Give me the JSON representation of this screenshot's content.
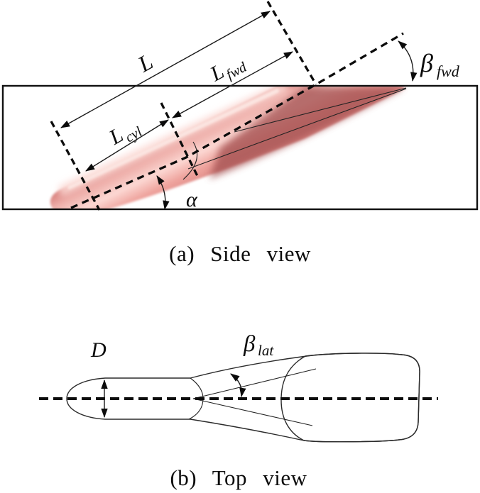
{
  "figure": {
    "side_view": {
      "caption": "(a) Side view",
      "labels": {
        "total_length": "L",
        "fwd_base": "L",
        "fwd_sub": "fwd",
        "cyl_base": "L",
        "cyl_sub": "cyl",
        "alpha": "α",
        "beta_base": "β",
        "beta_sub": "fwd"
      }
    },
    "top_view": {
      "caption": "(b) Top view",
      "labels": {
        "diameter": "D",
        "beta_base": "β",
        "beta_sub": "lat"
      }
    },
    "colors": {
      "body_edge": "#d8817e",
      "body_light": "#efb0ab",
      "body_highlight": "#fcd8d3",
      "body_mid": "#efa49e",
      "body_shadow": "#cb7e7b",
      "flare_dark": "#a65252",
      "paddle": "#c26e6e",
      "top_body_top": "#cd7b78",
      "top_body_mid": "#f0a8a2",
      "top_body_bottom": "#c27170",
      "ink": "#0c0c0c"
    }
  }
}
